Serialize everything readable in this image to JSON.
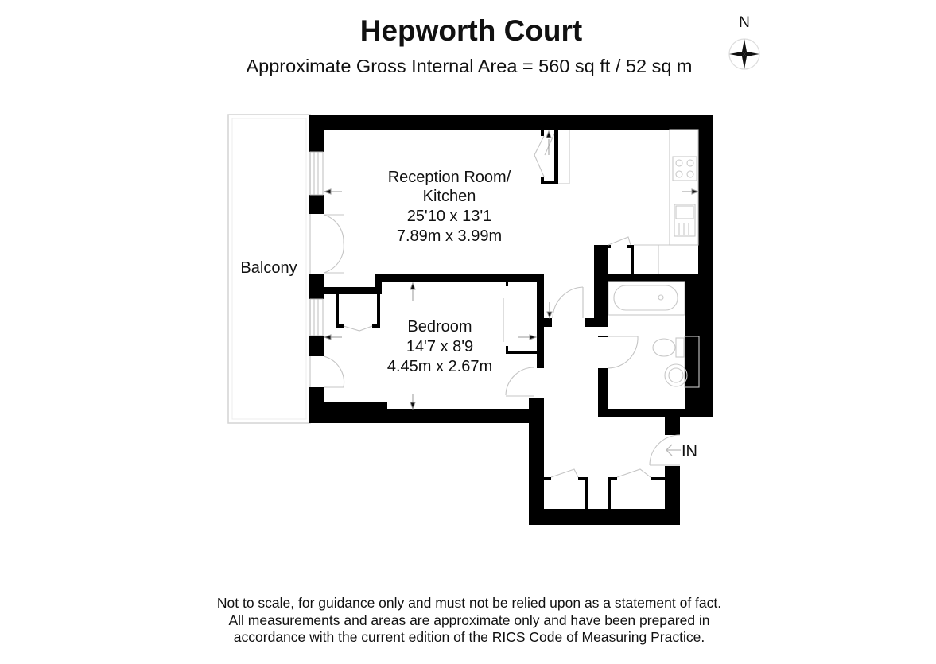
{
  "header": {
    "title": "Hepworth Court",
    "subtitle": "Approximate Gross Internal Area = 560 sq ft / 52 sq m"
  },
  "compass": {
    "label": "N",
    "icon": "compass-rose-icon"
  },
  "rooms": [
    {
      "id": "reception",
      "name_line1": "Reception Room/",
      "name_line2": "Kitchen",
      "imperial": "25'10 x 13'1",
      "metric": "7.89m x 3.99m"
    },
    {
      "id": "bedroom",
      "name_line1": "Bedroom",
      "imperial": "14'7 x 8'9",
      "metric": "4.45m x 2.67m"
    },
    {
      "id": "balcony",
      "name_line1": "Balcony"
    }
  ],
  "entrance": {
    "label": "IN",
    "icon": "arrow-left-icon"
  },
  "colors": {
    "wall": "#000000",
    "fixture": "#c8c8c8",
    "background": "#ffffff"
  },
  "disclaimer": {
    "line1": "Not to scale, for guidance only and must not be relied upon as a statement of fact.",
    "line2": "All measurements and areas are approximate only and have been prepared in",
    "line3": "accordance with the current edition of the RICS Code of Measuring Practice."
  }
}
